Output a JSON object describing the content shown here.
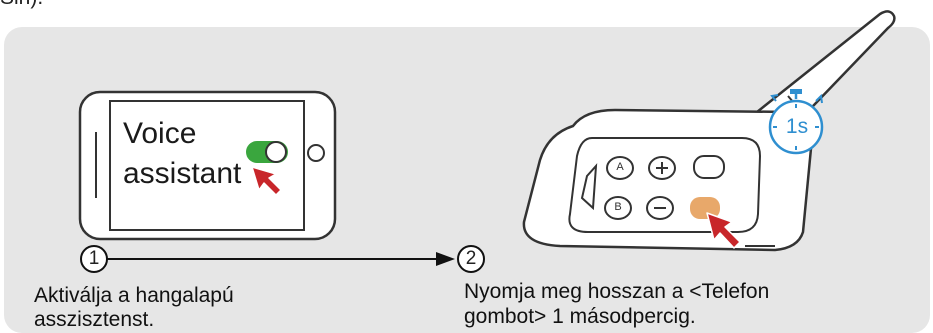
{
  "header_fragment": "Sin).",
  "phone": {
    "line1": "Voice",
    "line2": "assistant"
  },
  "steps": [
    {
      "number": "1",
      "text_line1": "Aktiválja a hangalapú",
      "text_line2": "asszisztenst."
    },
    {
      "number": "2",
      "text_line1": "Nyomja meg hosszan a <Telefon",
      "text_line2": "gombot> 1 másodpercig."
    }
  ],
  "device": {
    "button_a": "A",
    "button_b": "B",
    "timer_label": "1s"
  },
  "colors": {
    "panel": "#e6e6e6",
    "toggle_green": "#3aa63e",
    "pointer_red": "#c8262a",
    "highlight_button": "#e8a86a",
    "timer_blue": "#2f8fd0"
  },
  "icons": [
    "smartphone-icon",
    "toggle-switch-icon",
    "pointer-arrow-icon",
    "timer-icon",
    "intercom-device-icon"
  ]
}
